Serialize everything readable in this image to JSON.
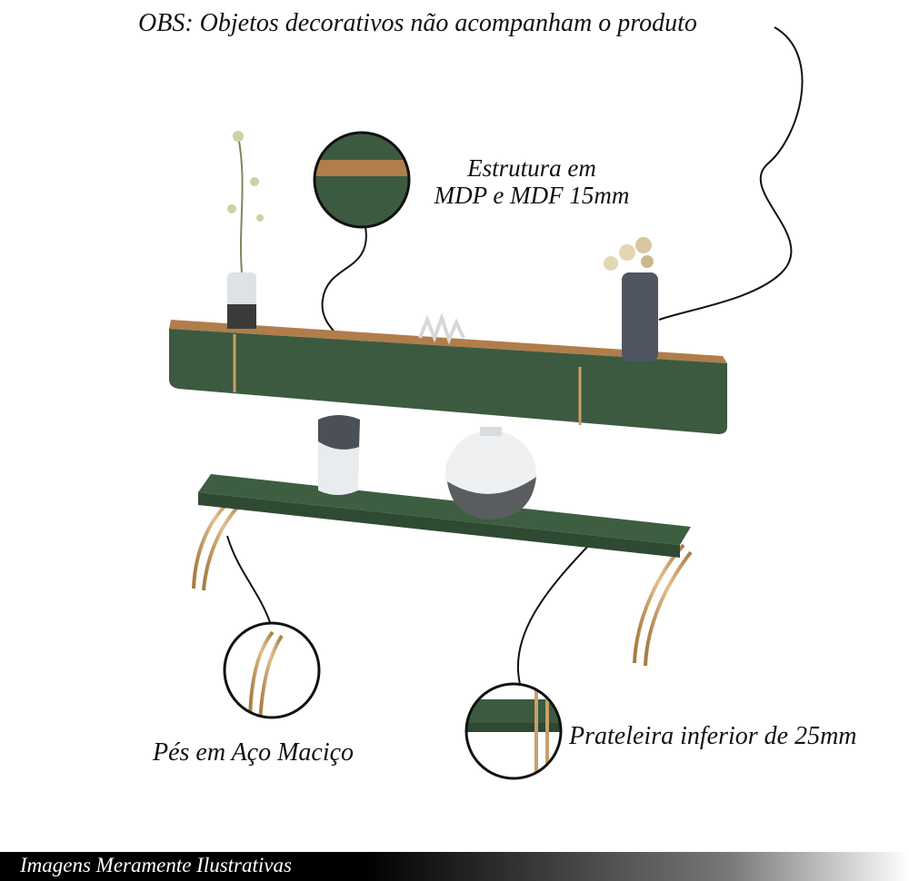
{
  "notes": {
    "obs": "OBS: Objetos decorativos não acompanham o produto",
    "estrutura_line1": "Estrutura em",
    "estrutura_line2": "MDP e MDF 15mm",
    "pes": "Pés em Aço Maciço",
    "prateleira": "Prateleira inferior de 25mm"
  },
  "footer": {
    "text": "Imagens Meramente Ilustrativas"
  },
  "colors": {
    "green": "#3c5a3f",
    "green_dark": "#2e4832",
    "wood": "#b07d4b",
    "gold": "#c9a06a"
  }
}
